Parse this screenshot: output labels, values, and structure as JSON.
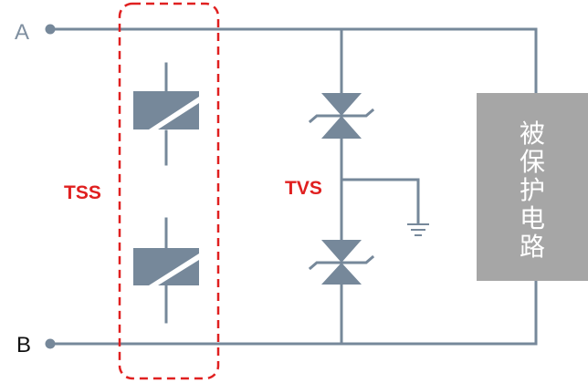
{
  "terminals": {
    "a_label": "A",
    "b_label": "B"
  },
  "labels": {
    "tss": "TSS",
    "tvs": "TVS"
  },
  "protected_box": {
    "chars": [
      "被",
      "保",
      "护",
      "电",
      "路"
    ]
  },
  "colors": {
    "wire": "#76889a",
    "highlight": "#e02020",
    "box_fill": "#a6a6a6",
    "box_text": "#ffffff"
  },
  "icons": {
    "tss_device": "thyristor-surge-suppressor-icon",
    "tvs_device": "bidirectional-tvs-diode-icon",
    "ground": "ground-icon"
  }
}
